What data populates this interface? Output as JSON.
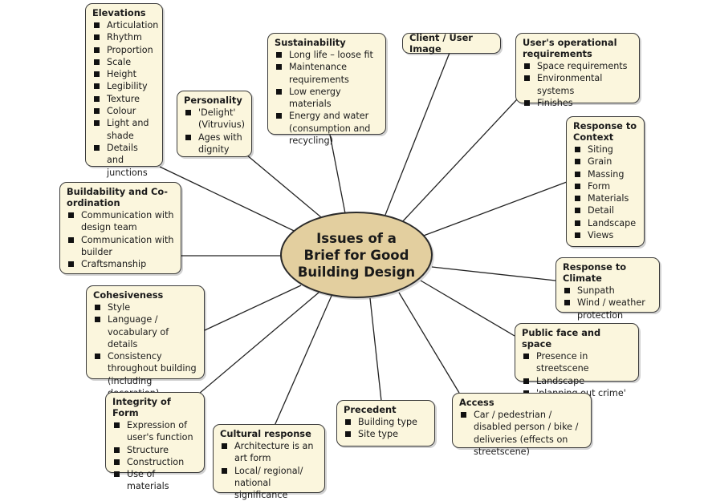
{
  "center": {
    "title": "Issues of a Brief for Good Building Design"
  },
  "nodes": {
    "elevations": {
      "title": "Elevations",
      "items": [
        "Articulation",
        "Rhythm",
        "Proportion",
        "Scale",
        "Height",
        "Legibility",
        "Texture",
        "Colour",
        "Light and shade",
        "Details and junctions"
      ]
    },
    "personality": {
      "title": "Personality",
      "items": [
        "'Delight' (Vitruvius)",
        "Ages with dignity"
      ]
    },
    "sustainability": {
      "title": "Sustainability",
      "items": [
        "Long life – loose fit",
        "Maintenance requirements",
        "Low energy materials",
        "Energy and water (consumption and recycling)"
      ]
    },
    "client_image": {
      "title": "Client / User Image",
      "items": []
    },
    "operational": {
      "title": "User's operational requirements",
      "items": [
        "Space requirements",
        "Environmental systems",
        "Finishes"
      ]
    },
    "context": {
      "title": "Response to Context",
      "items": [
        "Siting",
        "Grain",
        "Massing",
        "Form",
        "Materials",
        "Detail",
        "Landscape",
        "Views"
      ]
    },
    "buildability": {
      "title": "Buildability and Co-ordination",
      "items": [
        "Communication with design team",
        "Communication with builder",
        "Craftsmanship"
      ]
    },
    "climate": {
      "title": "Response to Climate",
      "items": [
        "Sunpath",
        "Wind / weather protection"
      ]
    },
    "cohesiveness": {
      "title": "Cohesiveness",
      "items": [
        "Style",
        "Language / vocabulary of details",
        "Consistency throughout building (including decoration)"
      ]
    },
    "public_face": {
      "title": "Public face and space",
      "items": [
        "Presence in streetscene",
        "Landscape",
        "'planning out crime'"
      ]
    },
    "integrity": {
      "title": "Integrity of Form",
      "items": [
        "Expression of user's function",
        "Structure",
        "Construction",
        "Use of materials"
      ]
    },
    "cultural": {
      "title": "Cultural response",
      "items": [
        "Architecture is an art form",
        "Local/ regional/ national significance"
      ]
    },
    "precedent": {
      "title": "Precedent",
      "items": [
        "Building type",
        "Site type"
      ]
    },
    "access": {
      "title": "Access",
      "items": [
        "Car / pedestrian / disabled person / bike / deliveries (effects on streetscene)"
      ]
    }
  }
}
